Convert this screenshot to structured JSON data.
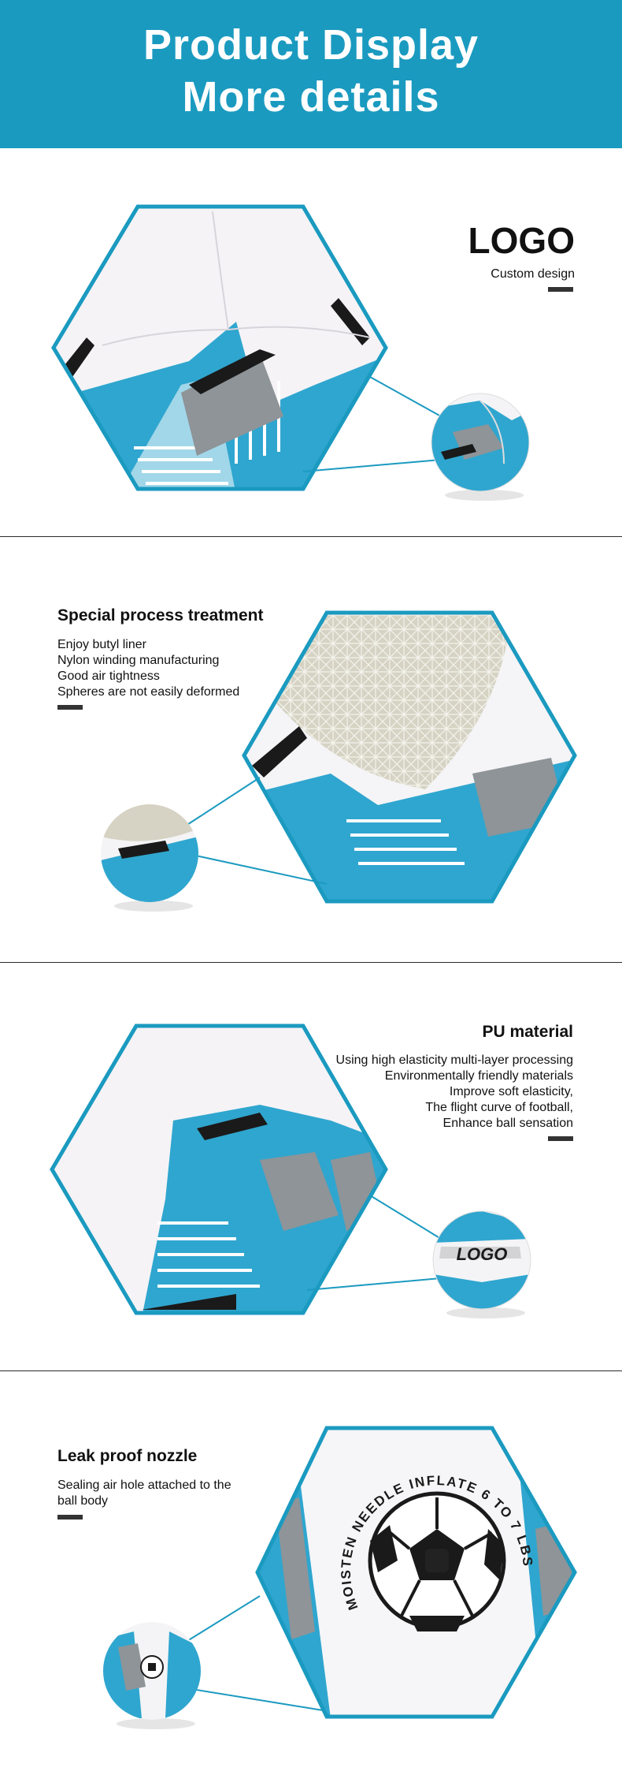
{
  "header": {
    "line1": "Product Display",
    "line2": "More details"
  },
  "colors": {
    "brand_blue": "#1b9ac0",
    "ball_blue": "#2fa6cf",
    "ball_dark": "#1a1a1a",
    "ball_grey": "#8e9498"
  },
  "sections": [
    {
      "title": "LOGO",
      "lines": [
        "Custom design"
      ]
    },
    {
      "title": "Special process treatment",
      "lines": [
        "Enjoy butyl liner",
        "Nylon winding manufacturing",
        "Good air tightness",
        "Spheres are not easily deformed"
      ]
    },
    {
      "title": "PU material",
      "lines": [
        "Using high elasticity multi-layer processing",
        "Environmentally friendly materials",
        "Improve soft elasticity,",
        "The flight curve of football,",
        "Enhance ball sensation"
      ]
    },
    {
      "title": "Leak proof nozzle",
      "lines": [
        "Sealing air hole attached to the",
        "ball body"
      ]
    }
  ],
  "ball_print": {
    "logo": "LOGO",
    "ring_text": "MOISTEN NEEDLE INFLATE 6 TO 7 LBS"
  }
}
